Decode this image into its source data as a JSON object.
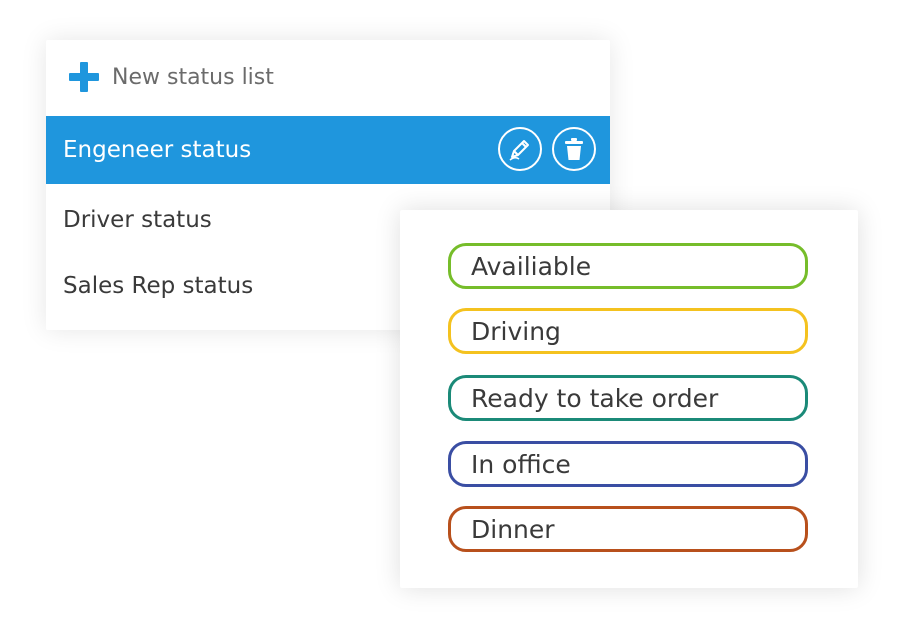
{
  "status_lists": {
    "new_list_label": "New status list",
    "items": [
      {
        "label": "Engeneer status",
        "selected": true
      },
      {
        "label": "Driver status",
        "selected": false
      },
      {
        "label": "Sales Rep status",
        "selected": false
      }
    ],
    "actions": {
      "edit_icon": "pencil-icon",
      "delete_icon": "trash-icon"
    }
  },
  "statuses": {
    "items": [
      {
        "label": "Availiable",
        "color": "#76bd2a"
      },
      {
        "label": "Driving",
        "color": "#f4c21f"
      },
      {
        "label": "Ready to take order",
        "color": "#1b8a78"
      },
      {
        "label": "In office",
        "color": "#3a4ea3"
      },
      {
        "label": "Dinner",
        "color": "#b8501c"
      }
    ]
  },
  "colors": {
    "accent": "#1f96dd",
    "text": "#3a3a3a",
    "muted_text": "#6b6b6b"
  }
}
